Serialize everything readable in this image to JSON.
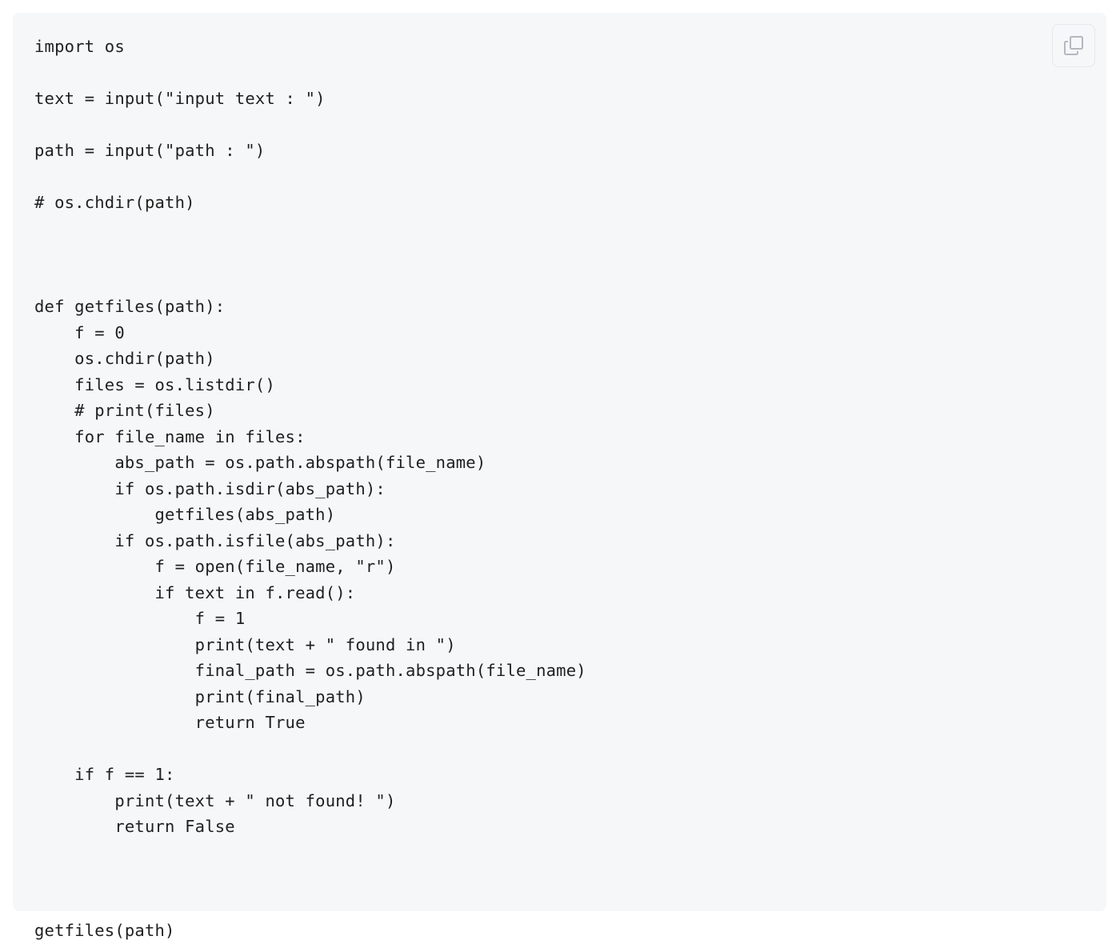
{
  "code_block": {
    "language": "python",
    "copy_icon": "copy-icon",
    "lines": [
      "import os",
      "",
      "text = input(\"input text : \")",
      "",
      "path = input(\"path : \")",
      "",
      "# os.chdir(path)",
      "",
      "",
      "",
      "def getfiles(path):",
      "    f = 0",
      "    os.chdir(path)",
      "    files = os.listdir()",
      "    # print(files)",
      "    for file_name in files:",
      "        abs_path = os.path.abspath(file_name)",
      "        if os.path.isdir(abs_path):",
      "            getfiles(abs_path)",
      "        if os.path.isfile(abs_path):",
      "            f = open(file_name, \"r\")",
      "            if text in f.read():",
      "                f = 1",
      "                print(text + \" found in \")",
      "                final_path = os.path.abspath(file_name)",
      "                print(final_path)",
      "                return True",
      "",
      "    if f == 1:",
      "        print(text + \" not found! \")",
      "        return False",
      "",
      "",
      "",
      "getfiles(path)"
    ]
  }
}
